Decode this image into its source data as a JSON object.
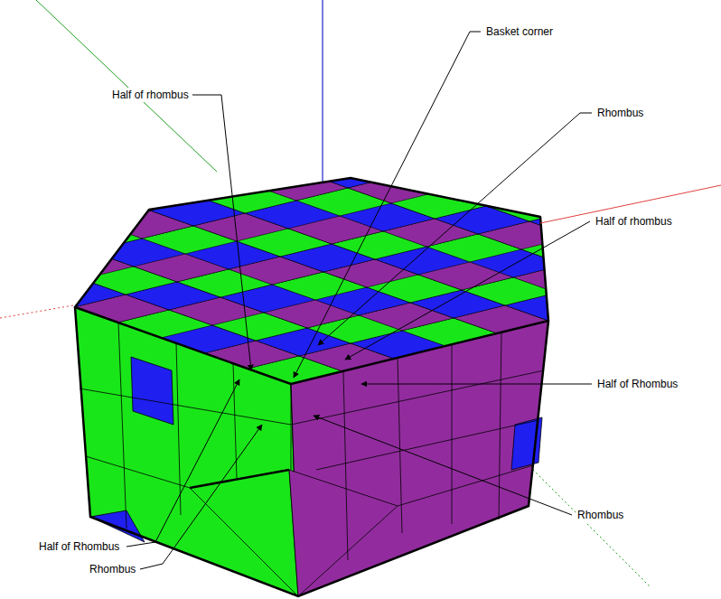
{
  "diagram": {
    "labels": [
      "Basket corner",
      "Half of rhombus",
      "Rhombus",
      "Half of rhombus",
      "Half of Rhombus",
      "Rhombus",
      "Half of Rhombus",
      "Rhombus"
    ]
  }
}
